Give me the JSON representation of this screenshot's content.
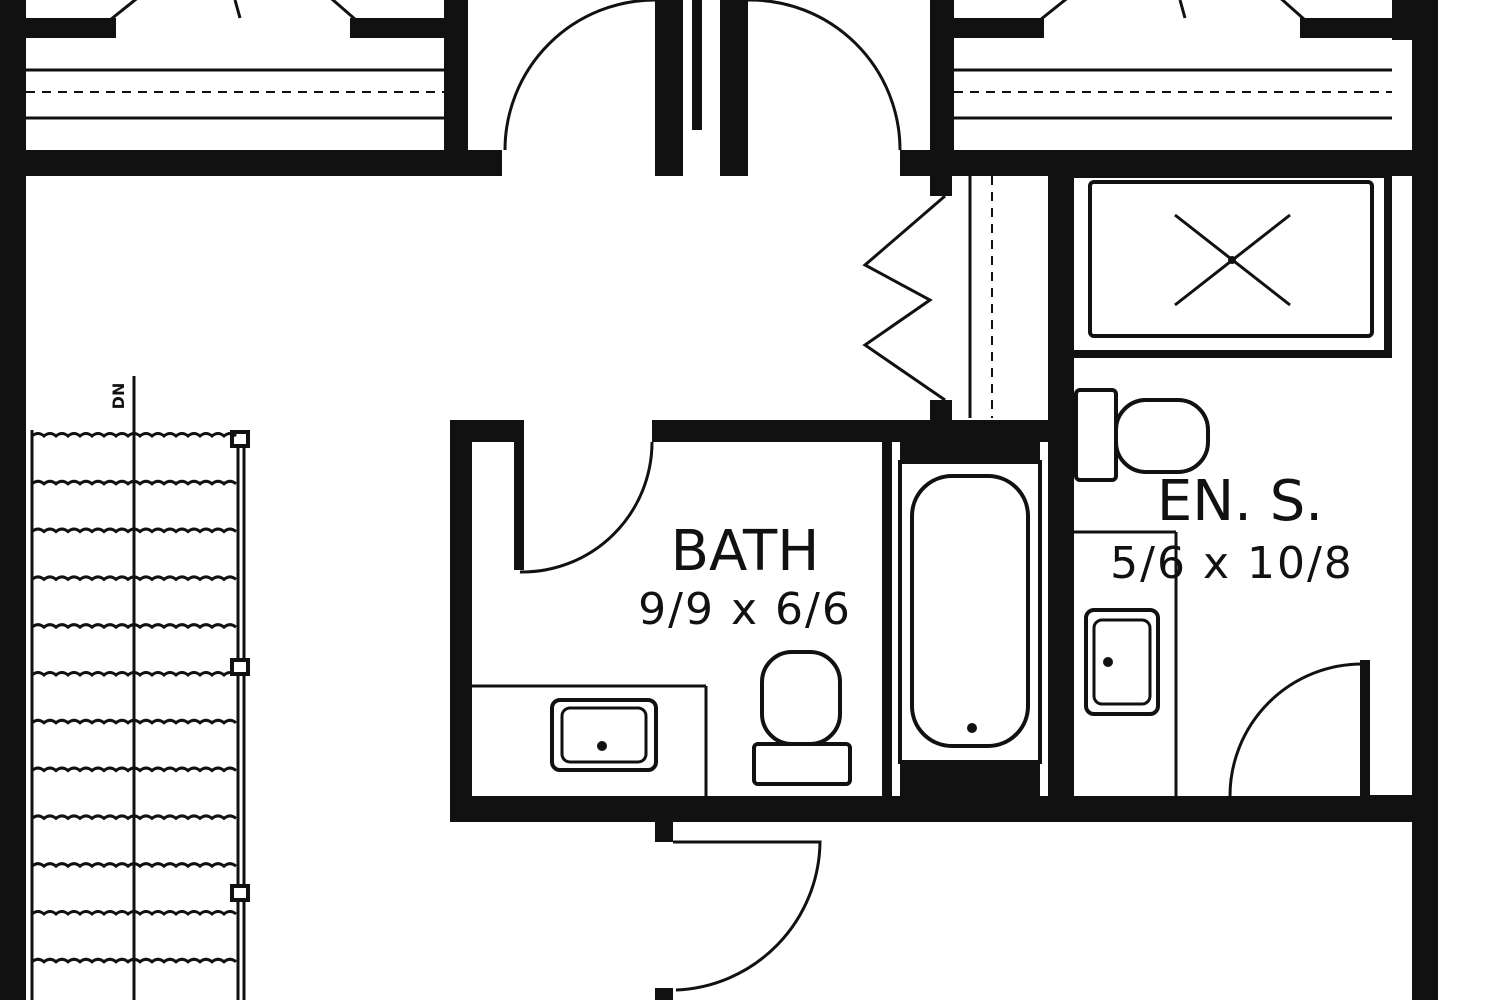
{
  "rooms": {
    "bath": {
      "name": "BATH",
      "dimensions": "9/9 x 6/6"
    },
    "ensuite": {
      "name": "EN. S.",
      "dimensions": "5/6 x 10/8"
    }
  },
  "stairs": {
    "direction_label": "DN"
  },
  "colors": {
    "ink": "#111111",
    "paper": "#ffffff"
  }
}
